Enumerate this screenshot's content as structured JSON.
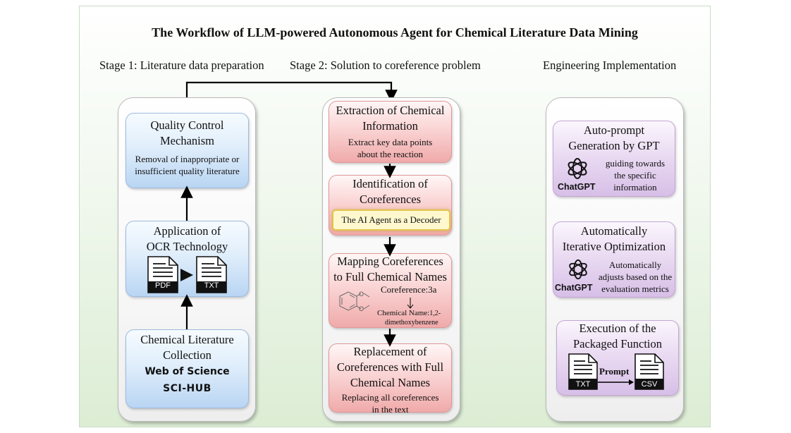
{
  "title": "The Workflow of LLM-powered Autonomous Agent for Chemical Literature Data Mining",
  "stages": {
    "stage1": "Stage 1: Literature data preparation",
    "stage2": "Stage 2: Solution to coreference problem",
    "stage3": "Engineering Implementation"
  },
  "stage1": {
    "quality": {
      "title_l1": "Quality Control",
      "title_l2": "Mechanism",
      "desc_l1": "Removal of inappropriate or",
      "desc_l2": "insufficient quality literature"
    },
    "ocr": {
      "title_l1": "Application of",
      "title_l2": "OCR Technology",
      "pdf": "PDF",
      "txt": "TXT"
    },
    "collection": {
      "title_l1": "Chemical Literature",
      "title_l2": "Collection",
      "brand1": "Web of Science",
      "brand2": "SCI-HUB"
    }
  },
  "stage2": {
    "extraction": {
      "title_l1": "Extraction of Chemical",
      "title_l2": "Information",
      "desc_l1": "Extract key data points",
      "desc_l2": "about the reaction"
    },
    "identification": {
      "title_l1": "Identification of",
      "title_l2": "Coreferences",
      "decoder": "The AI Agent as a Decoder"
    },
    "mapping": {
      "title_l1": "Mapping Coreferences",
      "title_l2": "to Full Chemical Names",
      "coref": "Coreference:3a",
      "chem_label": "Chemical Name:",
      "chem_num": "1,2-",
      "chem_name": "dimethoxybenzene",
      "o1": "O",
      "o2": "O"
    },
    "replacement": {
      "title_l1": "Replacement of",
      "title_l2": "Coreferences with Full",
      "title_l3": "Chemical Names",
      "desc_l1": "Replacing all coreferences",
      "desc_l2": "in the text"
    }
  },
  "stage3": {
    "autoprompt": {
      "title_l1": "Auto-prompt",
      "title_l2": "Generation by GPT",
      "gpt": "ChatGPT",
      "desc_l1": "guiding towards",
      "desc_l2": "the specific",
      "desc_l3": "information"
    },
    "iterative": {
      "title_l1": "Automatically",
      "title_l2": "Iterative Optimization",
      "gpt": "ChatGPT",
      "desc_l1": "Automatically",
      "desc_l2": "adjusts based on the",
      "desc_l3": "evaluation metrics"
    },
    "execution": {
      "title_l1": "Execution of the",
      "title_l2": "Packaged Function",
      "txt": "TXT",
      "prompt": "Prompt",
      "csv": "CSV"
    }
  },
  "colors": {
    "blue_box": "#cfe2f7",
    "red_box": "#f6c2c2",
    "purple_box": "#e2cdee",
    "decoder_fill": "#fff8cf",
    "background_green": "#dcedd4"
  },
  "icons": [
    "pdf-document-icon",
    "txt-document-icon",
    "csv-document-icon",
    "chatgpt-logo-icon",
    "flow-arrow-icon"
  ]
}
